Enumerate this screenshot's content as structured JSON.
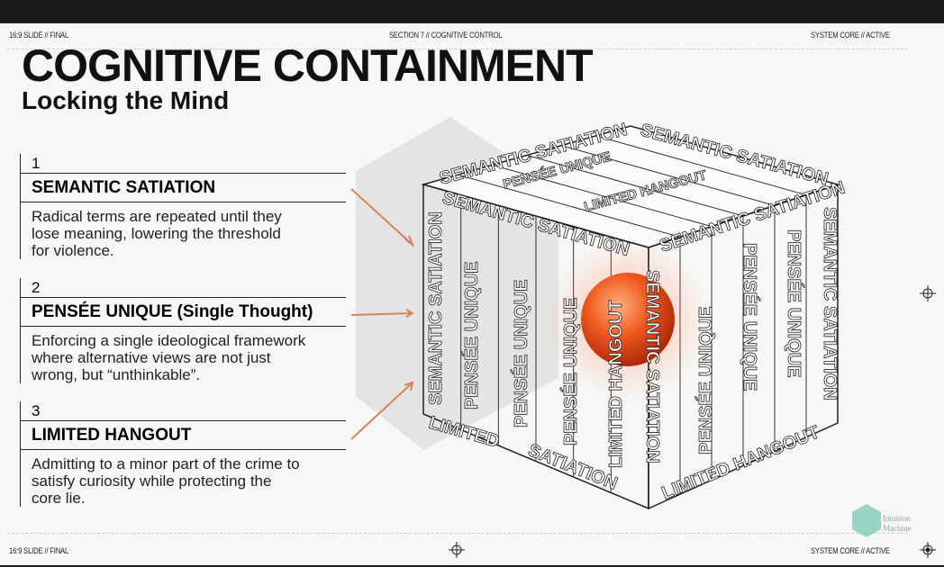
{
  "header": {
    "left": "16:9 SLIDE // FINAL",
    "center": "SECTION 7 // COGNITIVE CONTROL",
    "right": "SYSTEM CORE // ACTIVE"
  },
  "footer": {
    "left": "16:9 SLIDE // FINAL",
    "right": "SYSTEM CORE // ACTIVE"
  },
  "title": "COGNITIVE CONTAINMENT",
  "subtitle": "Locking the Mind",
  "items": [
    {
      "num": "1",
      "title": "SEMANTIC SATIATION",
      "desc": [
        "Radical terms are repeated until they",
        "lose meaning, lowering the threshold",
        "for violence."
      ]
    },
    {
      "num": "2",
      "title": "PENSÉE UNIQUE (Single Thought)",
      "desc": [
        "Enforcing a single ideological framework",
        "where alternative views are not just",
        "wrong, but “unthinkable”."
      ]
    },
    {
      "num": "3",
      "title": "LIMITED HANGOUT",
      "desc": [
        "Admitting to a minor part of the crime to",
        "satisfy curiosity while protecting the",
        "core lie."
      ]
    }
  ],
  "cube_labels": {
    "a": "SEMANTIC SATIATION",
    "b": "PENSÉE UNIQUE",
    "c": "LIMITED HANGOUT",
    "d": "SATIATION",
    "e": "LIMITED"
  },
  "logo": {
    "line1": "Intuition",
    "line2": "Machine"
  },
  "colors": {
    "accent": "#e8501e",
    "arrow": "#d9825a"
  }
}
